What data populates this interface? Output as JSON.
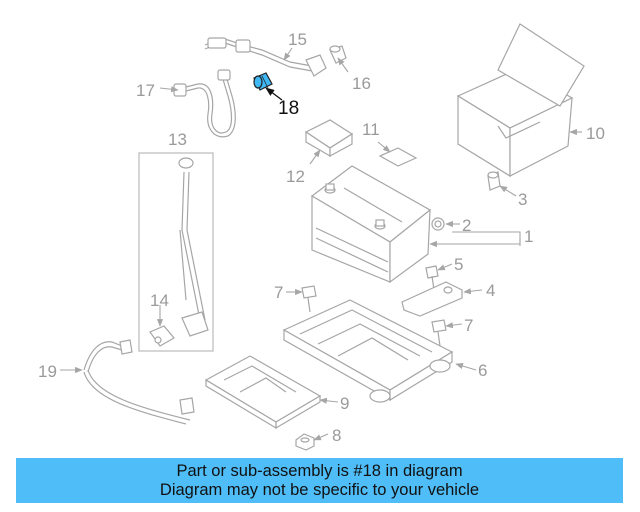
{
  "callouts": {
    "c1": "1",
    "c2": "2",
    "c3": "3",
    "c4": "4",
    "c5": "5",
    "c6": "6",
    "c7a": "7",
    "c7b": "7",
    "c8": "8",
    "c9": "9",
    "c10": "10",
    "c11": "11",
    "c12": "12",
    "c13": "13",
    "c14": "14",
    "c15": "15",
    "c16": "16",
    "c17": "17",
    "c18": "18",
    "c19": "19"
  },
  "highlight": {
    "color": "#3fb8f5"
  },
  "banner": {
    "line1": "Part or sub-assembly is #18 in diagram",
    "line2": "Diagram may not be specific to your vehicle",
    "color": "#4ebdf8"
  }
}
